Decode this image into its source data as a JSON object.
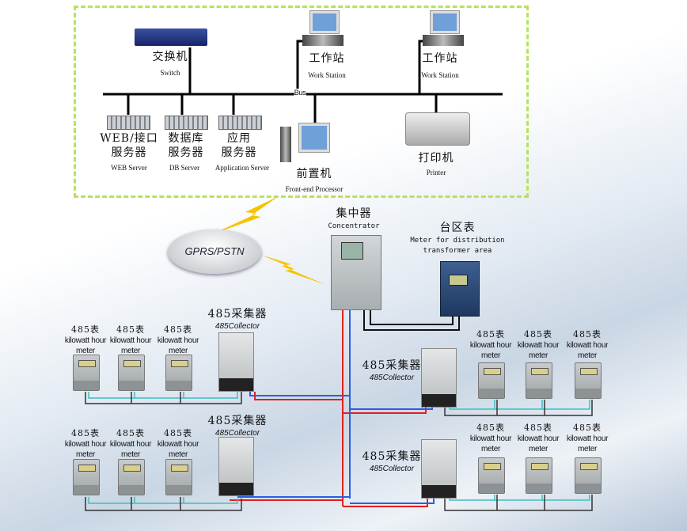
{
  "backbone": {
    "bus_label": "Bus",
    "switch": {
      "cn": "交换机",
      "en": "Switch"
    },
    "workstations": [
      {
        "cn": "工作站",
        "en": "Work Station"
      },
      {
        "cn": "工作站",
        "en": "Work Station"
      }
    ],
    "servers": [
      {
        "cn1": "WEB/接口",
        "cn2": "服务器",
        "en": "WEB Server"
      },
      {
        "cn1": "数据库",
        "cn2": "服务器",
        "en": "DB Server"
      },
      {
        "cn1": "应用",
        "cn2": "服务器",
        "en": "Application Server"
      }
    ],
    "front_end": {
      "cn": "前置机",
      "en": "Front-end Processor"
    },
    "printer": {
      "cn": "打印机",
      "en": "Printer"
    }
  },
  "network": {
    "cloud_label": "GPRS/PSTN"
  },
  "concentrator": {
    "cn": "集中器",
    "en": "Concentrator"
  },
  "area_meter": {
    "cn": "台区表",
    "en1": "Meter for distribution",
    "en2": "transformer area"
  },
  "collector": {
    "cn": "485采集器",
    "en": "485Collector"
  },
  "meter": {
    "cn": "485表",
    "en1": "kilowatt hour",
    "en2": "meter"
  },
  "colors": {
    "frame": "#b6e35a",
    "bolt": "#f5c400",
    "red_wire": "#e02020",
    "blue_wire": "#2a5fe0",
    "teal_wire": "#3cc0c0",
    "bus": "#000000"
  }
}
